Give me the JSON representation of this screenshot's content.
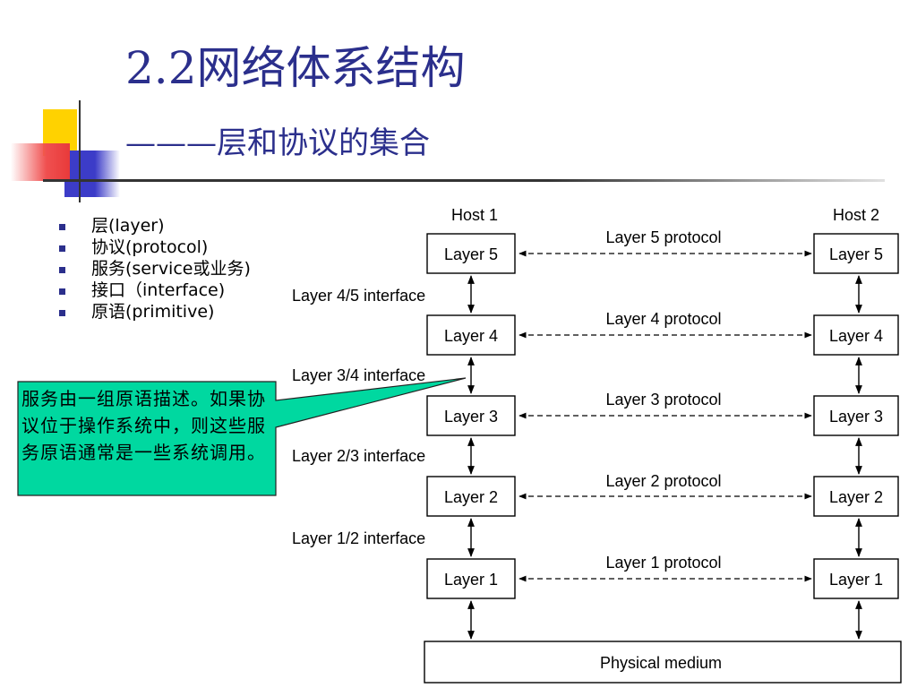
{
  "title": {
    "line1": "2.2网络体系结构",
    "line2": "———层和协议的集合"
  },
  "bullets": [
    "层(layer)",
    "协议(protocol)",
    "服务(service或业务)",
    "接口（interface)",
    "原语(primitive)"
  ],
  "callout": {
    "text": "服务由一组原语描述。如果协议位于操作系统中，则这些服务原语通常是一些系统调用。",
    "color": "#00d8a0"
  },
  "diagram": {
    "host1_label": "Host 1",
    "host2_label": "Host 2",
    "layers": [
      "Layer 5",
      "Layer 4",
      "Layer 3",
      "Layer 2",
      "Layer 1"
    ],
    "protocols": [
      "Layer 5 protocol",
      "Layer 4 protocol",
      "Layer 3 protocol",
      "Layer 2 protocol",
      "Layer 1 protocol"
    ],
    "interfaces": [
      "Layer 4/5 interface",
      "Layer 3/4 interface",
      "Layer 2/3 interface",
      "Layer 1/2 interface"
    ],
    "physical_medium": "Physical medium"
  },
  "colors": {
    "title": "#2b2f8c",
    "deco_yellow": "#ffd200",
    "deco_blue": "#3c3cc8",
    "deco_red": "#f05050"
  }
}
